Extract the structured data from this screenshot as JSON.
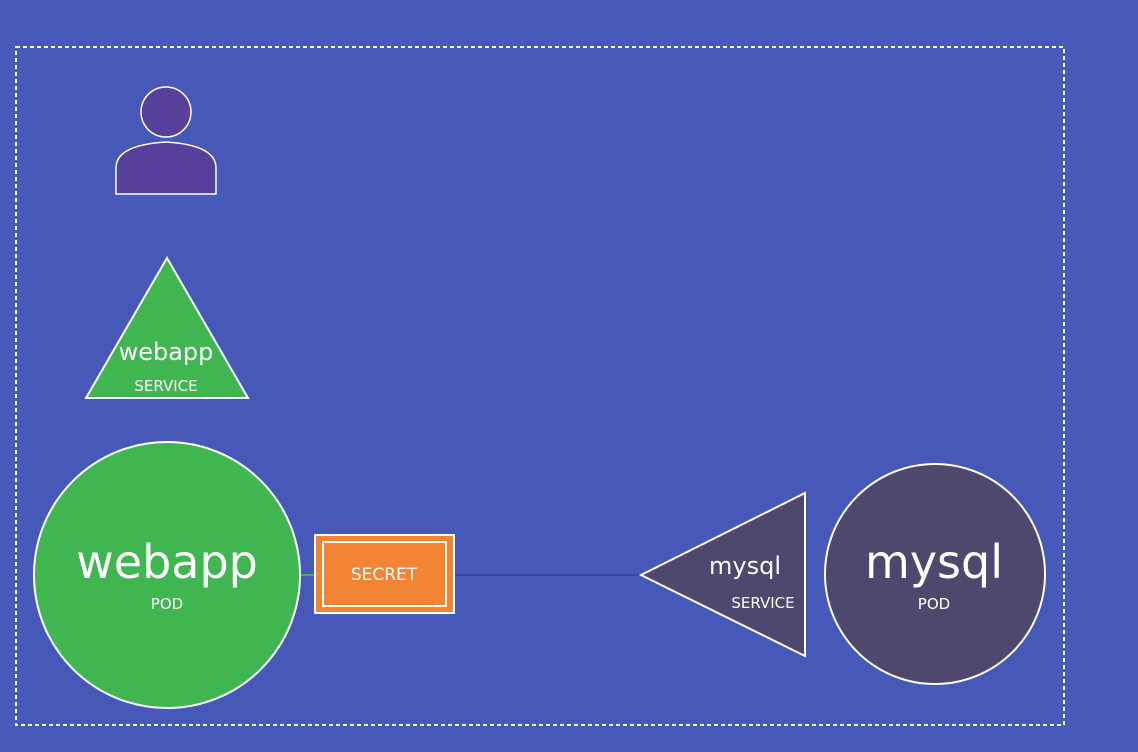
{
  "nodes": {
    "webapp_service": {
      "name": "webapp",
      "type": "SERVICE",
      "color": "#3fb64f"
    },
    "webapp_pod": {
      "name": "webapp",
      "type": "POD",
      "color": "#3fb64f"
    },
    "secret": {
      "label": "SECRET",
      "color": "#f28434"
    },
    "mysql_service": {
      "name": "mysql",
      "type": "SERVICE",
      "color": "#4e486f"
    },
    "mysql_pod": {
      "name": "mysql",
      "type": "POD",
      "color": "#4e486f"
    },
    "user": {
      "icon": "user-icon",
      "color": "#56409a"
    }
  },
  "colors": {
    "background": "#4659b9",
    "border": "#ffffff",
    "connector": "#3b46a8"
  }
}
